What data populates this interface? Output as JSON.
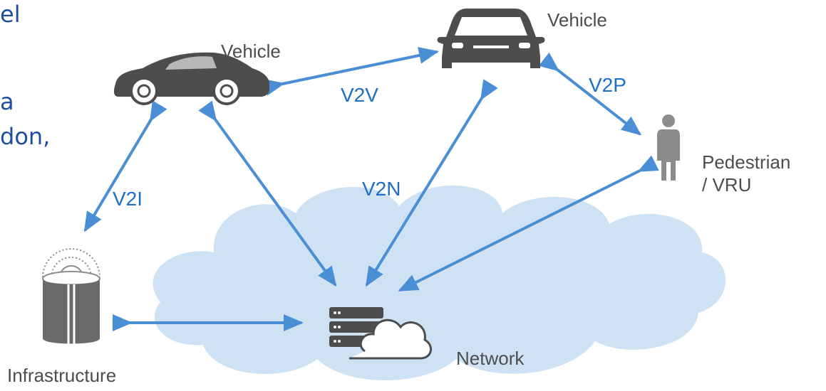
{
  "slide_fragments": [
    "el",
    "a",
    "don,"
  ],
  "nodes": {
    "vehicle_left": "Vehicle",
    "vehicle_right": "Vehicle",
    "pedestrian": [
      "Pedestrian",
      "/ VRU"
    ],
    "infrastructure": "Infrastructure",
    "network": "Network"
  },
  "links": {
    "v2v": "V2V",
    "v2p": "V2P",
    "v2i": "V2I",
    "v2n": "V2N"
  },
  "colors": {
    "arrow": "#4a8fd6",
    "cloud_fill": "#cfe2f4",
    "icon_dark": "#4d4d4d",
    "icon_mid": "#8c8c8c",
    "text_blue": "#1f4e9c",
    "label_blue": "#1f6fc5"
  }
}
